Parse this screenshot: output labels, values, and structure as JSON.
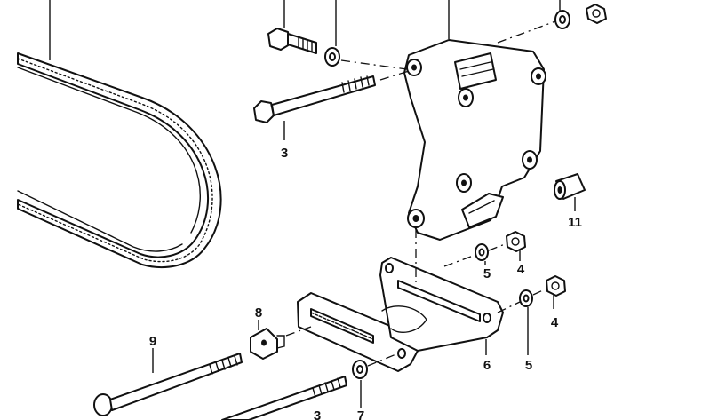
{
  "diagram": {
    "callouts": [
      "3",
      "3",
      "4",
      "4",
      "5",
      "5",
      "6",
      "7",
      "8",
      "9",
      "11"
    ]
  },
  "colors": {
    "line": "#111111",
    "background": "#ffffff"
  }
}
